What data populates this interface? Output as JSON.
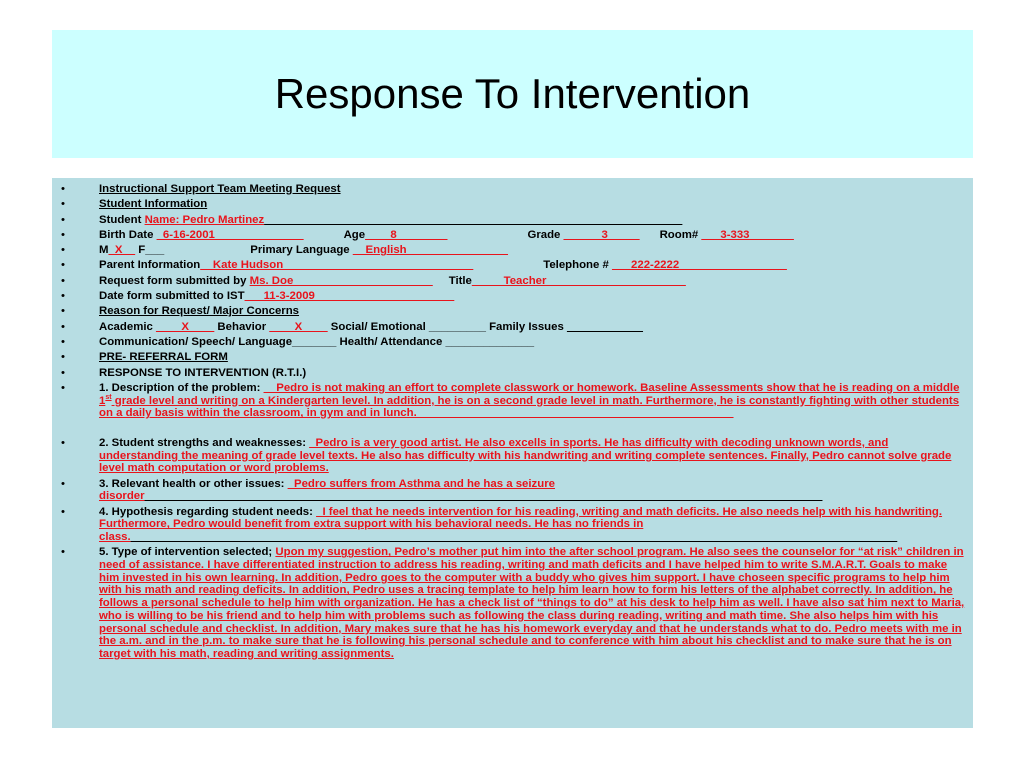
{
  "title": "Response To Intervention",
  "lines": {
    "l1": "Instructional Support Team Meeting Request",
    "l2": "Student Information",
    "student_label": "Student ",
    "student_name_label": "Name: Pedro Martinez",
    "student_trail": "__________________________________________________________________",
    "birth_label": "Birth Date ",
    "birth_value": "_6-16-2001______________",
    "age_label": "Age",
    "age_value": "____8________",
    "grade_label": "Grade ",
    "grade_value": "______3_____",
    "room_label": "Room# ",
    "room_value": "___3-333_______",
    "m_label": "M",
    "m_value": "_X__",
    "f_label": " F___",
    "lang_label": "Primary Language ",
    "lang_value": "__English________________",
    "parent_label": "Parent Information",
    "parent_value": "__Kate Hudson______________________________",
    "phone_label": "Telephone # ",
    "phone_value": "___222-2222_________________",
    "req_label": "Request form submitted by ",
    "req_value": "Ms. Doe______________________",
    "title_label": "Title",
    "title_value": "_____Teacher______________________",
    "date_label": "Date form submitted to IST",
    "date_value": "___11-3-2009______________________",
    "reason": "Reason for Request/ Major Concerns",
    "academic_label": "Academic ",
    "academic_value": "____X____",
    "behavior_label": " Behavior ",
    "behavior_value": "____X____",
    "social_label": " Social/ Emotional _________  Family Issues ",
    "social_blank": "____________",
    "comm": "Communication/ Speech/ Language_______ Health/ Attendance ______________",
    "prereferral": "PRE- REFERRAL FORM",
    "rti": "RESPONSE TO INTERVENTION  (R.T.I.)",
    "q1_label": "1. Description of the problem: ",
    "q1_text_a": "__Pedro is not making an effort to complete classwork or homework. Baseline Assessments show that he is reading on a middle 1",
    "q1_sup": "st",
    "q1_text_b": " grade level and writing on a Kindergarten level. In addition, he is on a second grade level in math. Furthermore, he is constantly fighting with other students on a daily basis within the classroom, in gym and in lunch.__________________________________________________",
    "q2_label": "2. Student strengths and weaknesses: ",
    "q2_text": "_Pedro is a very good artist. He also excells in sports. He has difficulty with decoding unknown words, and understanding the meaning of grade level texts.  He also has difficulty with his handwriting and writing complete sentences. Finally, Pedro cannot solve grade level math computation or word problems.",
    "q3_label": "3. Relevant health or other issues: ",
    "q3_text": "_Pedro suffers from Asthma and he has a seizure disorder",
    "q3_trail": "___________________________________________________________________________________________________________",
    "q4_label": "4. Hypothesis regarding student needs: ",
    "q4_text": "_I feel that he needs intervention for his reading, writing and math deficits. He also needs help with his handwriting. Furthermore, Pedro would benefit from extra support with his behavioral needs. He has no friends in class.",
    "q4_trail": "_________________________________________________________________________________________________________________________",
    "q5_label": "5. Type of intervention selected; ",
    "q5_text": "Upon my suggestion, Pedro’s mother put him into the after school program. He also sees the counselor for “at risk” children in need of assistance. I have differentiated instruction to address his reading, writing and math deficits and I have helped him to write S.M.A.R.T. Goals to make him invested in his own learning. In addition, Pedro goes to the computer with a buddy who gives him support. I have choseen specific programs to help him with his math and reading deficits. In addition, Pedro uses a tracing template to help him learn how to form his letters of the alphabet correctly. In addition, he follows a personal schedule to help him with organization. He has a check list of “things to do” at his desk to help him as well. I have also sat him next to Maria, who is willing to be his friend and to help him with problems such as following the class during reading, writing and math time. She also helps him with his personal schedule and checklist. In addition, Mary makes sure that he has his homework everyday and that he understands what to do. Pedro meets with me in the a.m. and in the p.m. to make sure that he is following his personal schedule and to conference with him about his checklist and to make sure that he is on target with his math, reading and writing assignments."
  },
  "colors": {
    "title_bg": "#ccffff",
    "content_bg": "#b7dde3",
    "accent_red": "#e8141c"
  }
}
